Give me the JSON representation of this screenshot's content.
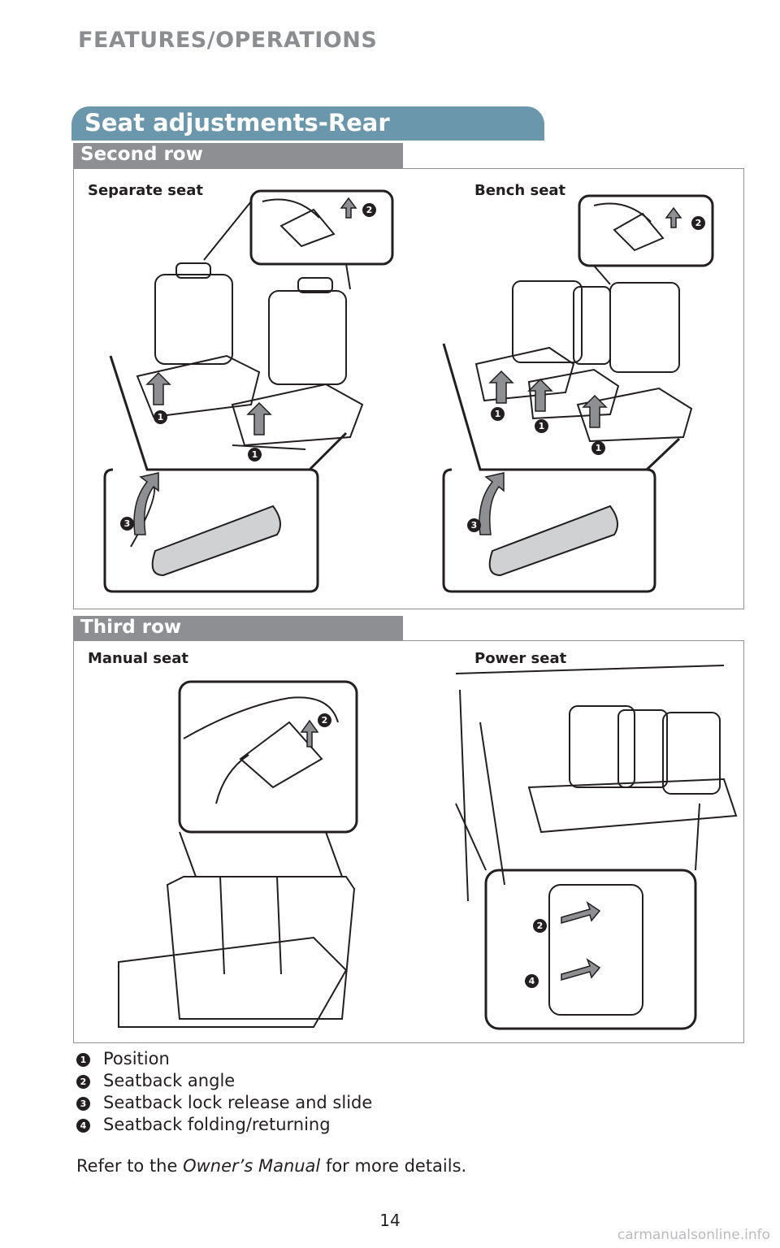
{
  "header": {
    "section": "FEATURES/OPERATIONS"
  },
  "title": "Seat adjustments-Rear",
  "second_row": {
    "heading": "Second row",
    "left_caption": "Separate seat",
    "right_caption": "Bench seat"
  },
  "third_row": {
    "heading": "Third row",
    "left_caption": "Manual seat",
    "right_caption": "Power seat"
  },
  "badges": {
    "b1": "1",
    "b2": "2",
    "b3": "3",
    "b4": "4"
  },
  "legend": [
    {
      "num": "1",
      "text": "Position"
    },
    {
      "num": "2",
      "text": "Seatback angle"
    },
    {
      "num": "3",
      "text": "Seatback lock release and slide"
    },
    {
      "num": "4",
      "text": "Seatback folding/returning"
    }
  ],
  "footnote": {
    "before": "Refer to the ",
    "manual": "Owner’s Manual",
    "after": " for more details."
  },
  "page_number": "14",
  "watermark": "carmanualsonline.info"
}
